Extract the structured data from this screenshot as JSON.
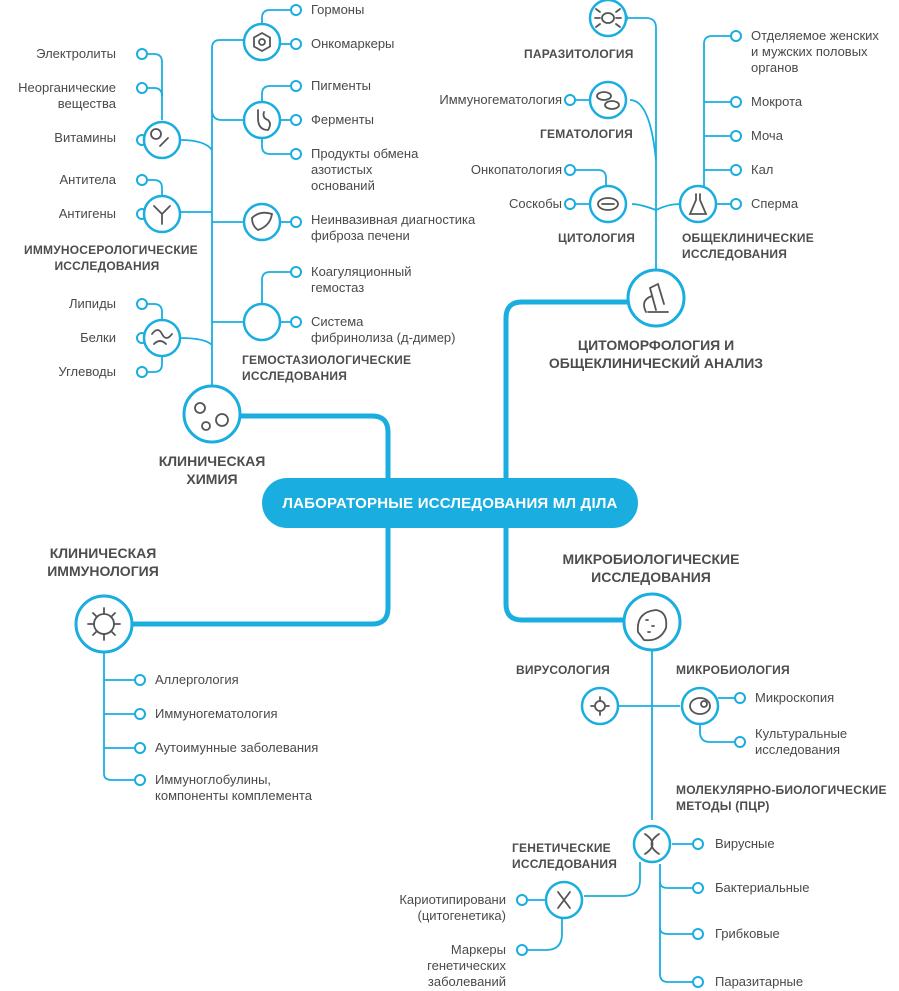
{
  "colors": {
    "accent": "#1aaee0",
    "icon": "#555555",
    "text": "#4a4a4a"
  },
  "center": "ЛАБОРАТОРНЫЕ ИССЛЕДОВАНИЯ МЛ ДІЛА",
  "clinical_chemistry": {
    "title": "КЛИНИЧЕСКАЯ\nХИМИЯ",
    "hormones": "Гормоны",
    "oncomarkers": "Онкомаркеры",
    "pigments": "Пигменты",
    "enzymes": "Ферменты",
    "nitrogen": "Продукты обмена\nазотистых\nоснований",
    "liver": "Неинвазивная диагностика\nфиброза печени",
    "coag": "Коагуляционный\nгемостаз",
    "fibrin": "Система\nфибринолиза (д-димер)",
    "hemostasis_title": "ГЕМОСТАЗИОЛОГИЧЕСКИЕ\nИССЛЕДОВАНИЯ",
    "electrolytes": "Электролиты",
    "inorganic": "Неорганические\nвещества",
    "vitamins": "Витамины",
    "antibodies": "Антитела",
    "antigens": "Антигены",
    "immunosero_title": "ИММУНОСЕРОЛОГИЧЕСКИЕ\nИССЛЕДОВАНИЯ",
    "lipids": "Липиды",
    "proteins": "Белки",
    "carbs": "Углеводы"
  },
  "cytomorphology": {
    "title": "ЦИТОМОРФОЛОГИЯ И\nОБЩЕКЛИНИЧЕСКИЙ АНАЛИЗ",
    "parasitology": "ПАРАЗИТОЛОГИЯ",
    "hematology": "ГЕМАТОЛОГИЯ",
    "immunohematology": "Иммуногематология",
    "oncopathology": "Онкопатология",
    "scrapings": "Соскобы",
    "cytology": "ЦИТОЛОГИЯ",
    "general_title": "ОБЩЕКЛИНИЧЕСКИЕ\nИССЛЕДОВАНИЯ",
    "discharge": "Отделяемое женских\nи мужских половых\nорганов",
    "sputum": "Мокрота",
    "urine": "Моча",
    "feces": "Кал",
    "sperm": "Сперма"
  },
  "immunology": {
    "title": "КЛИНИЧЕСКАЯ\nИММУНОЛОГИЯ",
    "allergology": "Аллергология",
    "immunohematology": "Иммуногематология",
    "autoimmune": "Аутоимунные заболевания",
    "immunoglobulins": "Иммуноглобулины,\nкомпоненты комплемента"
  },
  "microbiology": {
    "title": "МИКРОБИОЛОГИЧЕСКИЕ\nИССЛЕДОВАНИЯ",
    "virology": "ВИРУСОЛОГИЯ",
    "microbiology": "МИКРОБИОЛОГИЯ",
    "microscopy": "Микроскопия",
    "culture": "Культуральные\nисследования",
    "pcr_title": "МОЛЕКУЛЯРНО-БИОЛОГИЧЕСКИЕ\nМЕТОДЫ (ПЦР)",
    "viral": "Вирусные",
    "bacterial": "Бактериальные",
    "fungal": "Грибковые",
    "parasitic": "Паразитарные",
    "genetic_title": "ГЕНЕТИЧЕСКИЕ\nИССЛЕДОВАНИЯ",
    "karyotyping": "Кариотипировани\n(цитогенетика)",
    "markers": "Маркеры\nгенетических\nзаболеваний"
  }
}
